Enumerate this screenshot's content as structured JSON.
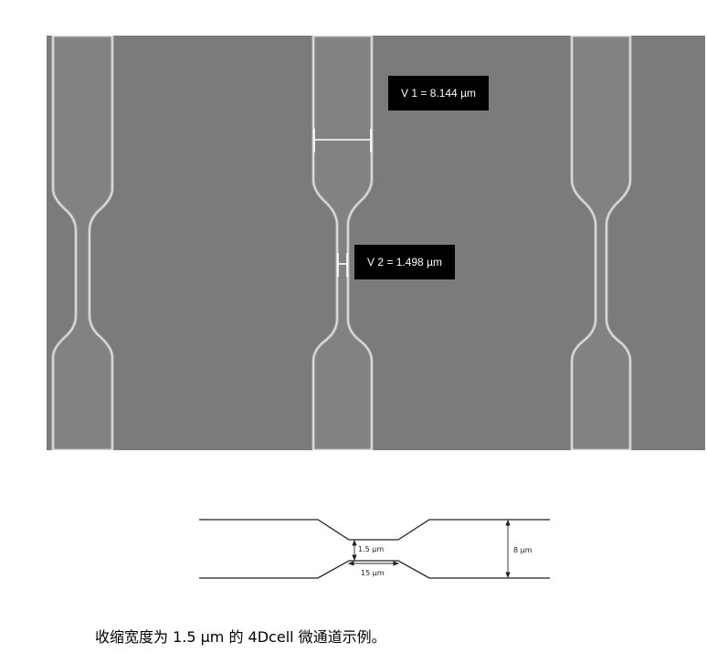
{
  "sem_image": {
    "measurement_1": "V 1 = 8.144 µm",
    "measurement_2": "V 2 = 1.498 µm",
    "colors": {
      "background": "#7b7b7b",
      "channel_fill": "#808080",
      "edge_highlight": "#e2e2e2",
      "label_bg": "#000000",
      "label_text": "#ffffff"
    }
  },
  "schematic": {
    "constriction_width_label": "1.5 µm",
    "constriction_length_label": "15 µm",
    "channel_width_label": "8 µm"
  },
  "caption": "收缩宽度为 1.5 µm 的 4Dcell 微通道示例。"
}
